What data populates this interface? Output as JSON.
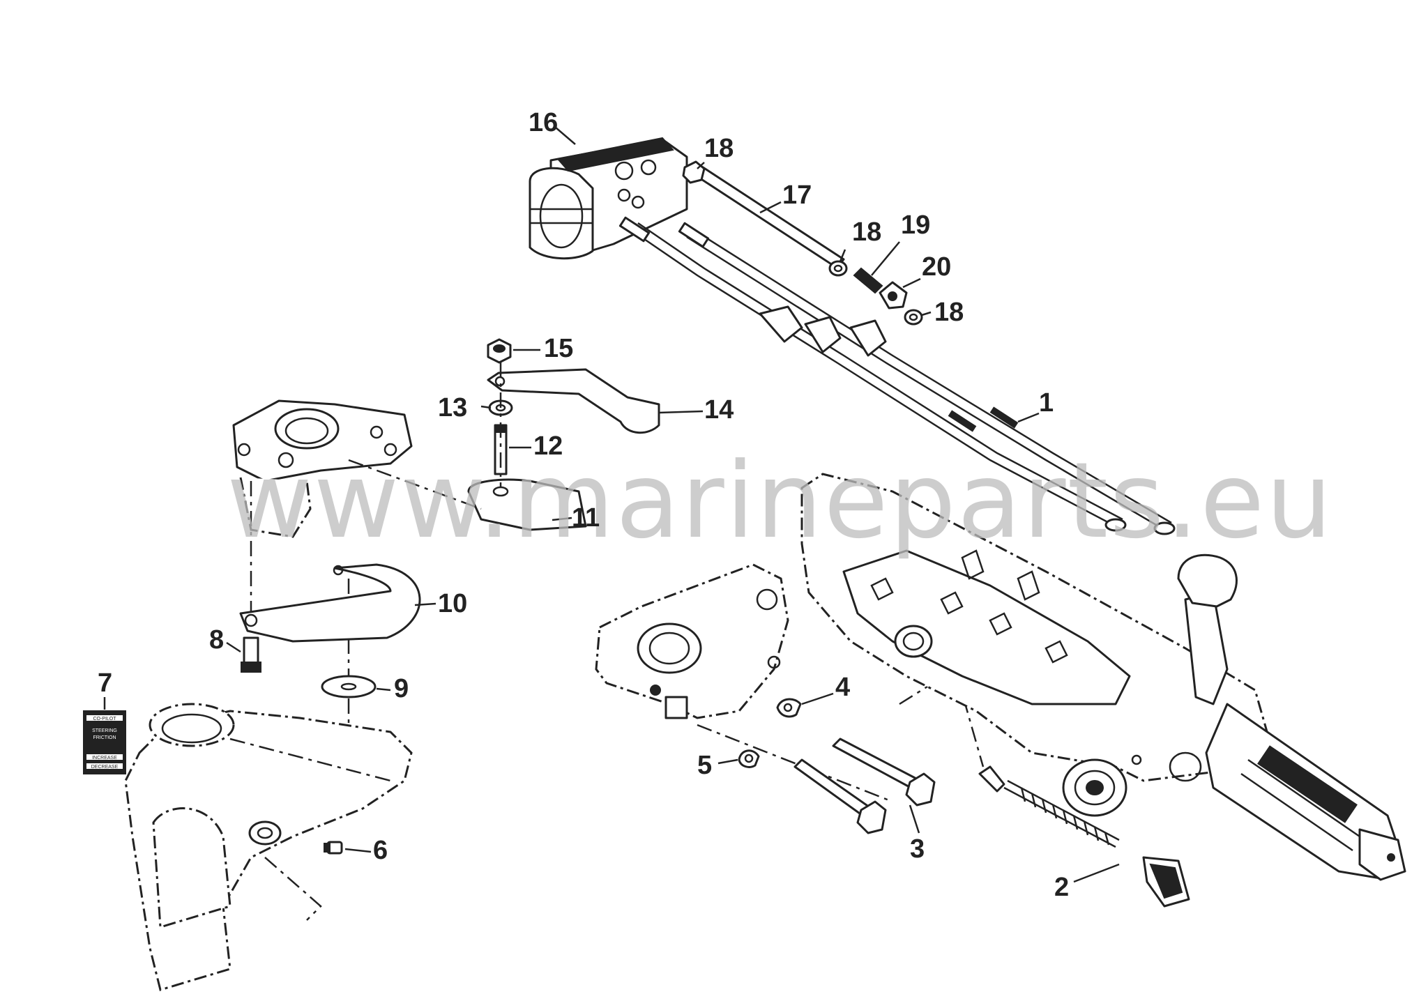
{
  "watermark": "www.marineparts.eu",
  "callouts": [
    {
      "id": "1",
      "text": "1"
    },
    {
      "id": "2",
      "text": "2"
    },
    {
      "id": "3",
      "text": "3"
    },
    {
      "id": "4",
      "text": "4"
    },
    {
      "id": "5",
      "text": "5"
    },
    {
      "id": "6",
      "text": "6"
    },
    {
      "id": "7",
      "text": "7"
    },
    {
      "id": "8",
      "text": "8"
    },
    {
      "id": "9",
      "text": "9"
    },
    {
      "id": "10",
      "text": "10"
    },
    {
      "id": "11",
      "text": "11"
    },
    {
      "id": "12",
      "text": "12"
    },
    {
      "id": "13",
      "text": "13"
    },
    {
      "id": "14",
      "text": "14"
    },
    {
      "id": "15",
      "text": "15"
    },
    {
      "id": "16",
      "text": "16"
    },
    {
      "id": "17",
      "text": "17"
    },
    {
      "id": "18a",
      "text": "18"
    },
    {
      "id": "18b",
      "text": "18"
    },
    {
      "id": "18c",
      "text": "18"
    },
    {
      "id": "19",
      "text": "19"
    },
    {
      "id": "20",
      "text": "20"
    }
  ],
  "decal": {
    "line1": "CO-PILOT",
    "line2": "STEERING",
    "line3": "FRICTION",
    "line4": "INCREASE",
    "line5": "DECREASE"
  },
  "colors": {
    "ink": "#222222",
    "watermark": "#bdbdbd",
    "background": "#ffffff"
  }
}
